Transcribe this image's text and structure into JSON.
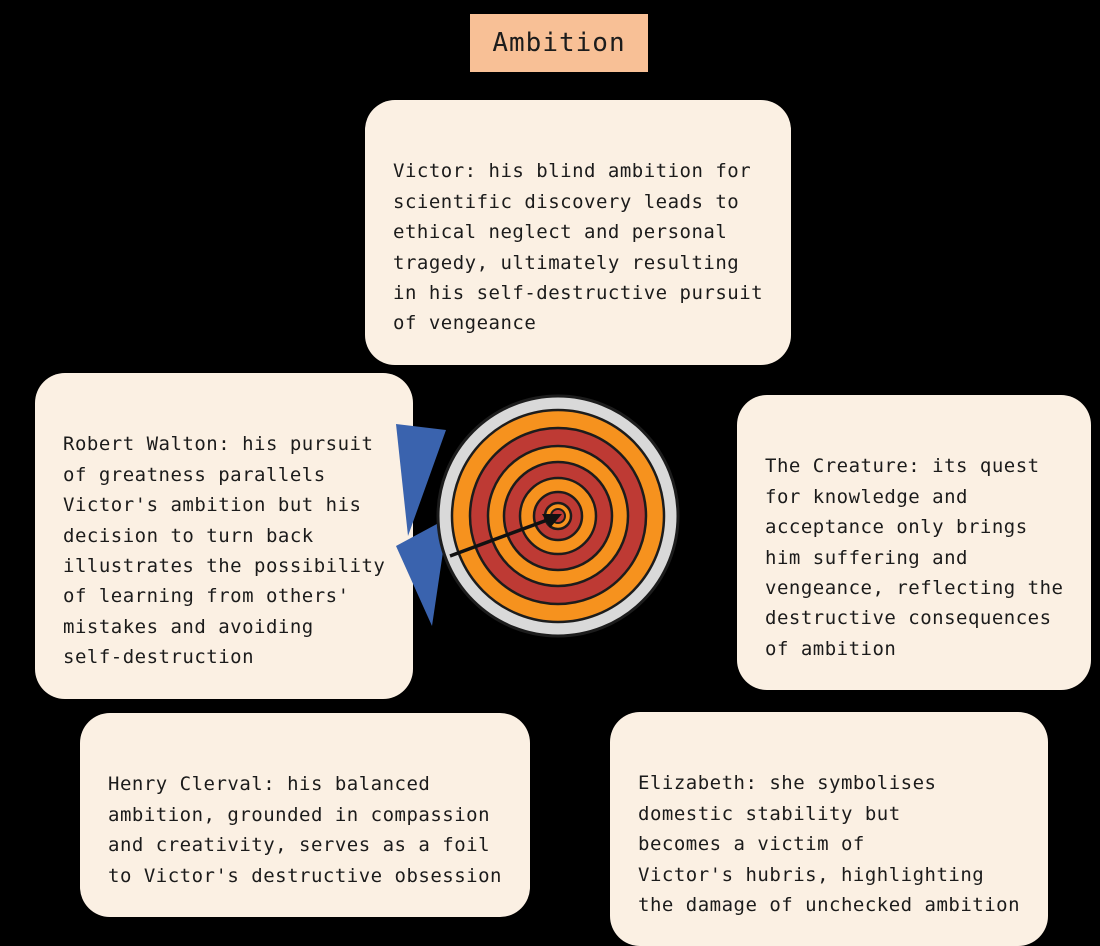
{
  "title": {
    "label": "Ambition"
  },
  "cards": [
    {
      "id": "victor",
      "text": "Victor: his blind ambition for\nscientific discovery leads to\nethical neglect and personal\ntragedy, ultimately resulting\nin his self-destructive pursuit\nof vengeance"
    },
    {
      "id": "robert-walton",
      "text": "Robert Walton: his pursuit\nof greatness parallels\nVictor's ambition but his\ndecision to turn back\nillustrates the possibility\nof learning from others'\nmistakes and avoiding\nself-destruction"
    },
    {
      "id": "the-creature",
      "text": "The Creature: its quest\nfor knowledge and\nacceptance only brings\nhim suffering and\nvengeance, reflecting the\ndestructive consequences\nof ambition"
    },
    {
      "id": "henry-clerval",
      "text": "Henry Clerval: his balanced\nambition, grounded in compassion\nand creativity, serves as a foil\nto Victor's destructive obsession"
    },
    {
      "id": "elizabeth",
      "text": "Elizabeth: she symbolises\ndomestic stability but\nbecomes a victim of\nVictor's hubris, highlighting\nthe damage of unchecked ambition"
    }
  ],
  "icons": {
    "center_graphic": "target-with-arrow-and-lightning"
  },
  "colors": {
    "background": "#000000",
    "title_background": "#F8C096",
    "card_background": "#FBF0E3",
    "text": "#1b1b1b",
    "target_orange": "#F6921E",
    "target_red": "#BE3A34",
    "target_rim": "#D9D9D9",
    "lightning_blue": "#3A63AE",
    "arrow": "#111111"
  }
}
